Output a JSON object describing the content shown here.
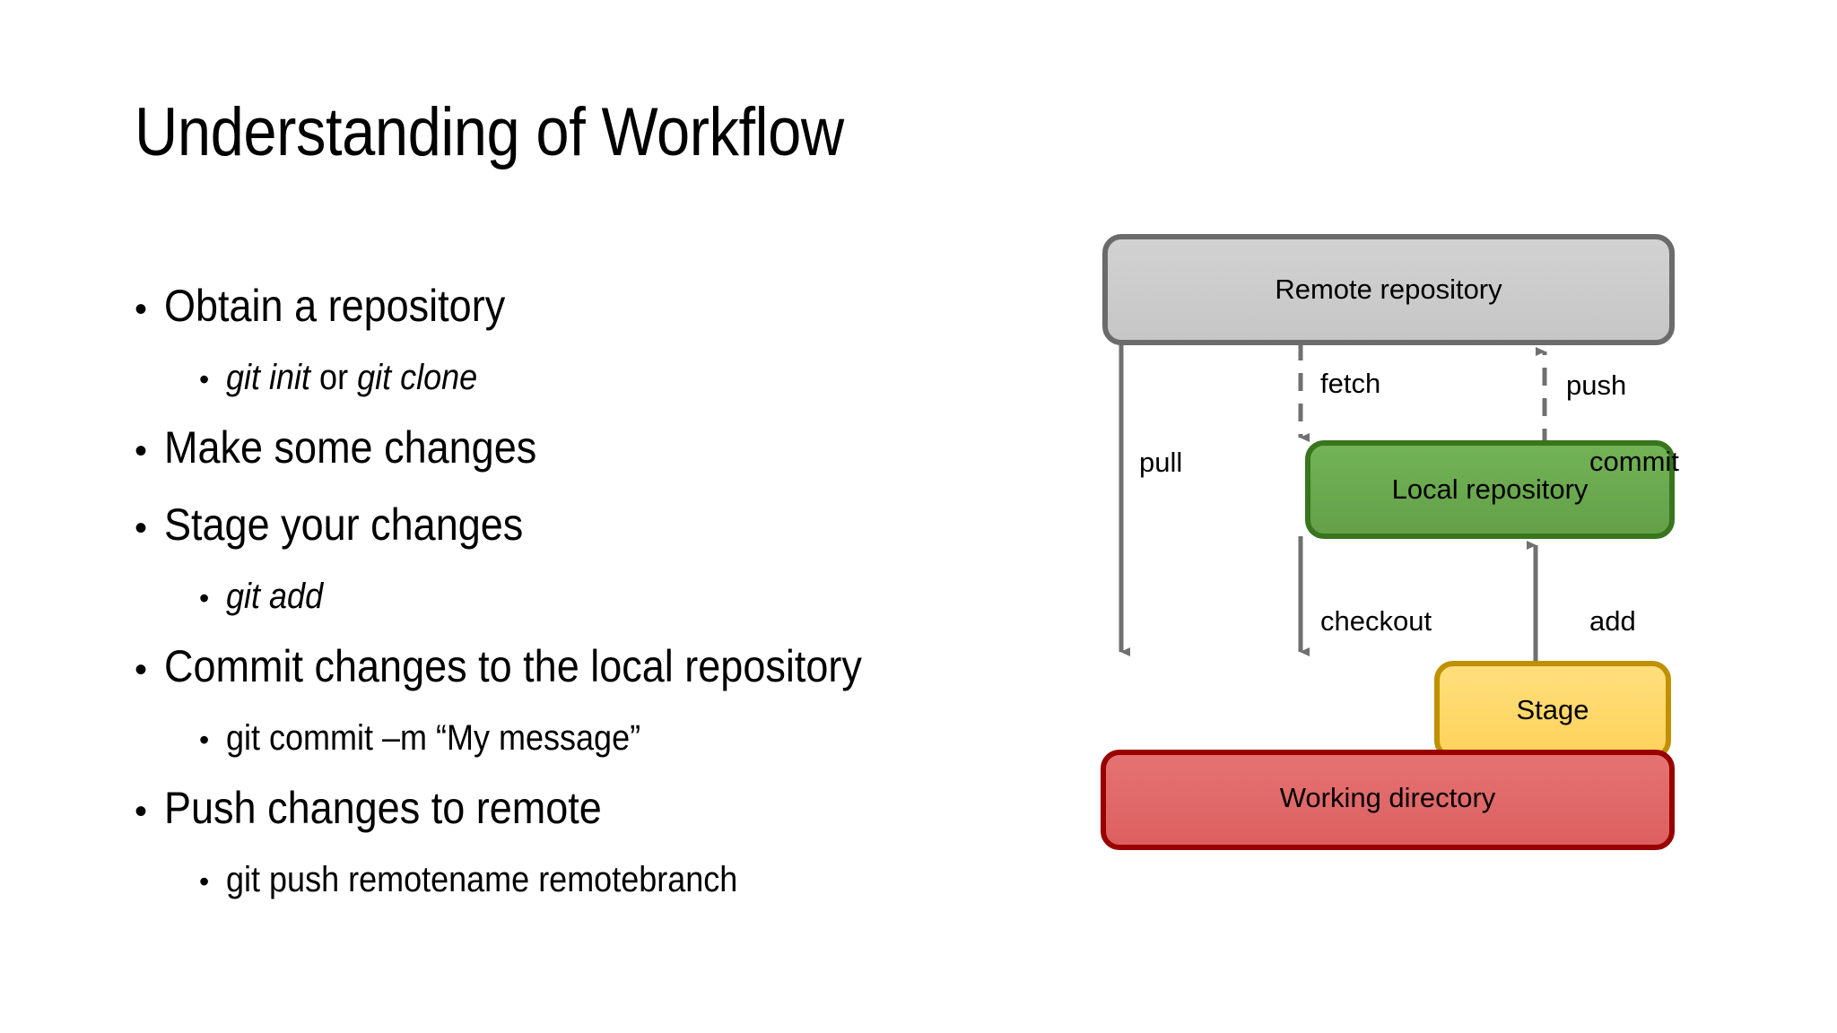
{
  "slide": {
    "title": "Understanding of Workflow",
    "background_color": "#ffffff",
    "bullets": [
      {
        "level": 1,
        "text": "Obtain a repository",
        "italic": false
      },
      {
        "level": 2,
        "text": "git init or git clone",
        "italic": true,
        "parts": [
          {
            "text": "git init",
            "italic": true
          },
          {
            "text": " or ",
            "italic": false
          },
          {
            "text": "git clone",
            "italic": true
          }
        ]
      },
      {
        "level": 1,
        "text": "Make some changes",
        "italic": false
      },
      {
        "level": 1,
        "text": "Stage your changes",
        "italic": false
      },
      {
        "level": 2,
        "text": "git add",
        "italic": true
      },
      {
        "level": 1,
        "text": "Commit changes to the local repository",
        "italic": false
      },
      {
        "level": 2,
        "text": "git commit –m “My message”",
        "italic": false
      },
      {
        "level": 1,
        "text": "Push changes to remote",
        "italic": false
      },
      {
        "level": 2,
        "text": "git push remotename remotebranch",
        "italic": false
      }
    ],
    "bullet_marker": "•"
  },
  "diagram": {
    "type": "flow",
    "title": "Git workflow diagram",
    "nodes": [
      {
        "id": "remote",
        "label": "Remote repository",
        "fill": "#cccccc",
        "stroke": "#6b6b6b"
      },
      {
        "id": "local",
        "label": "Local repository",
        "fill": "#6aa84f",
        "stroke": "#38761d"
      },
      {
        "id": "stage",
        "label": "Stage",
        "fill": "#ffd966",
        "stroke": "#bf9000"
      },
      {
        "id": "working",
        "label": "Working directory",
        "fill": "#e06666",
        "stroke": "#990000"
      }
    ],
    "edges": [
      {
        "id": "pull",
        "label": "pull",
        "from": "remote",
        "to": "working",
        "style": "solid",
        "direction": "down"
      },
      {
        "id": "fetch",
        "label": "fetch",
        "from": "remote",
        "to": "local",
        "style": "dashed",
        "direction": "down"
      },
      {
        "id": "push",
        "label": "push",
        "from": "local",
        "to": "remote",
        "style": "dashed",
        "direction": "up"
      },
      {
        "id": "checkout",
        "label": "checkout",
        "from": "local",
        "to": "working",
        "style": "solid",
        "direction": "down"
      },
      {
        "id": "commit",
        "label": "commit",
        "from": "stage",
        "to": "local",
        "style": "solid",
        "direction": "up"
      },
      {
        "id": "add",
        "label": "add",
        "from": "working",
        "to": "stage",
        "style": "solid",
        "direction": "up"
      }
    ],
    "arrow_color": "#707070"
  }
}
